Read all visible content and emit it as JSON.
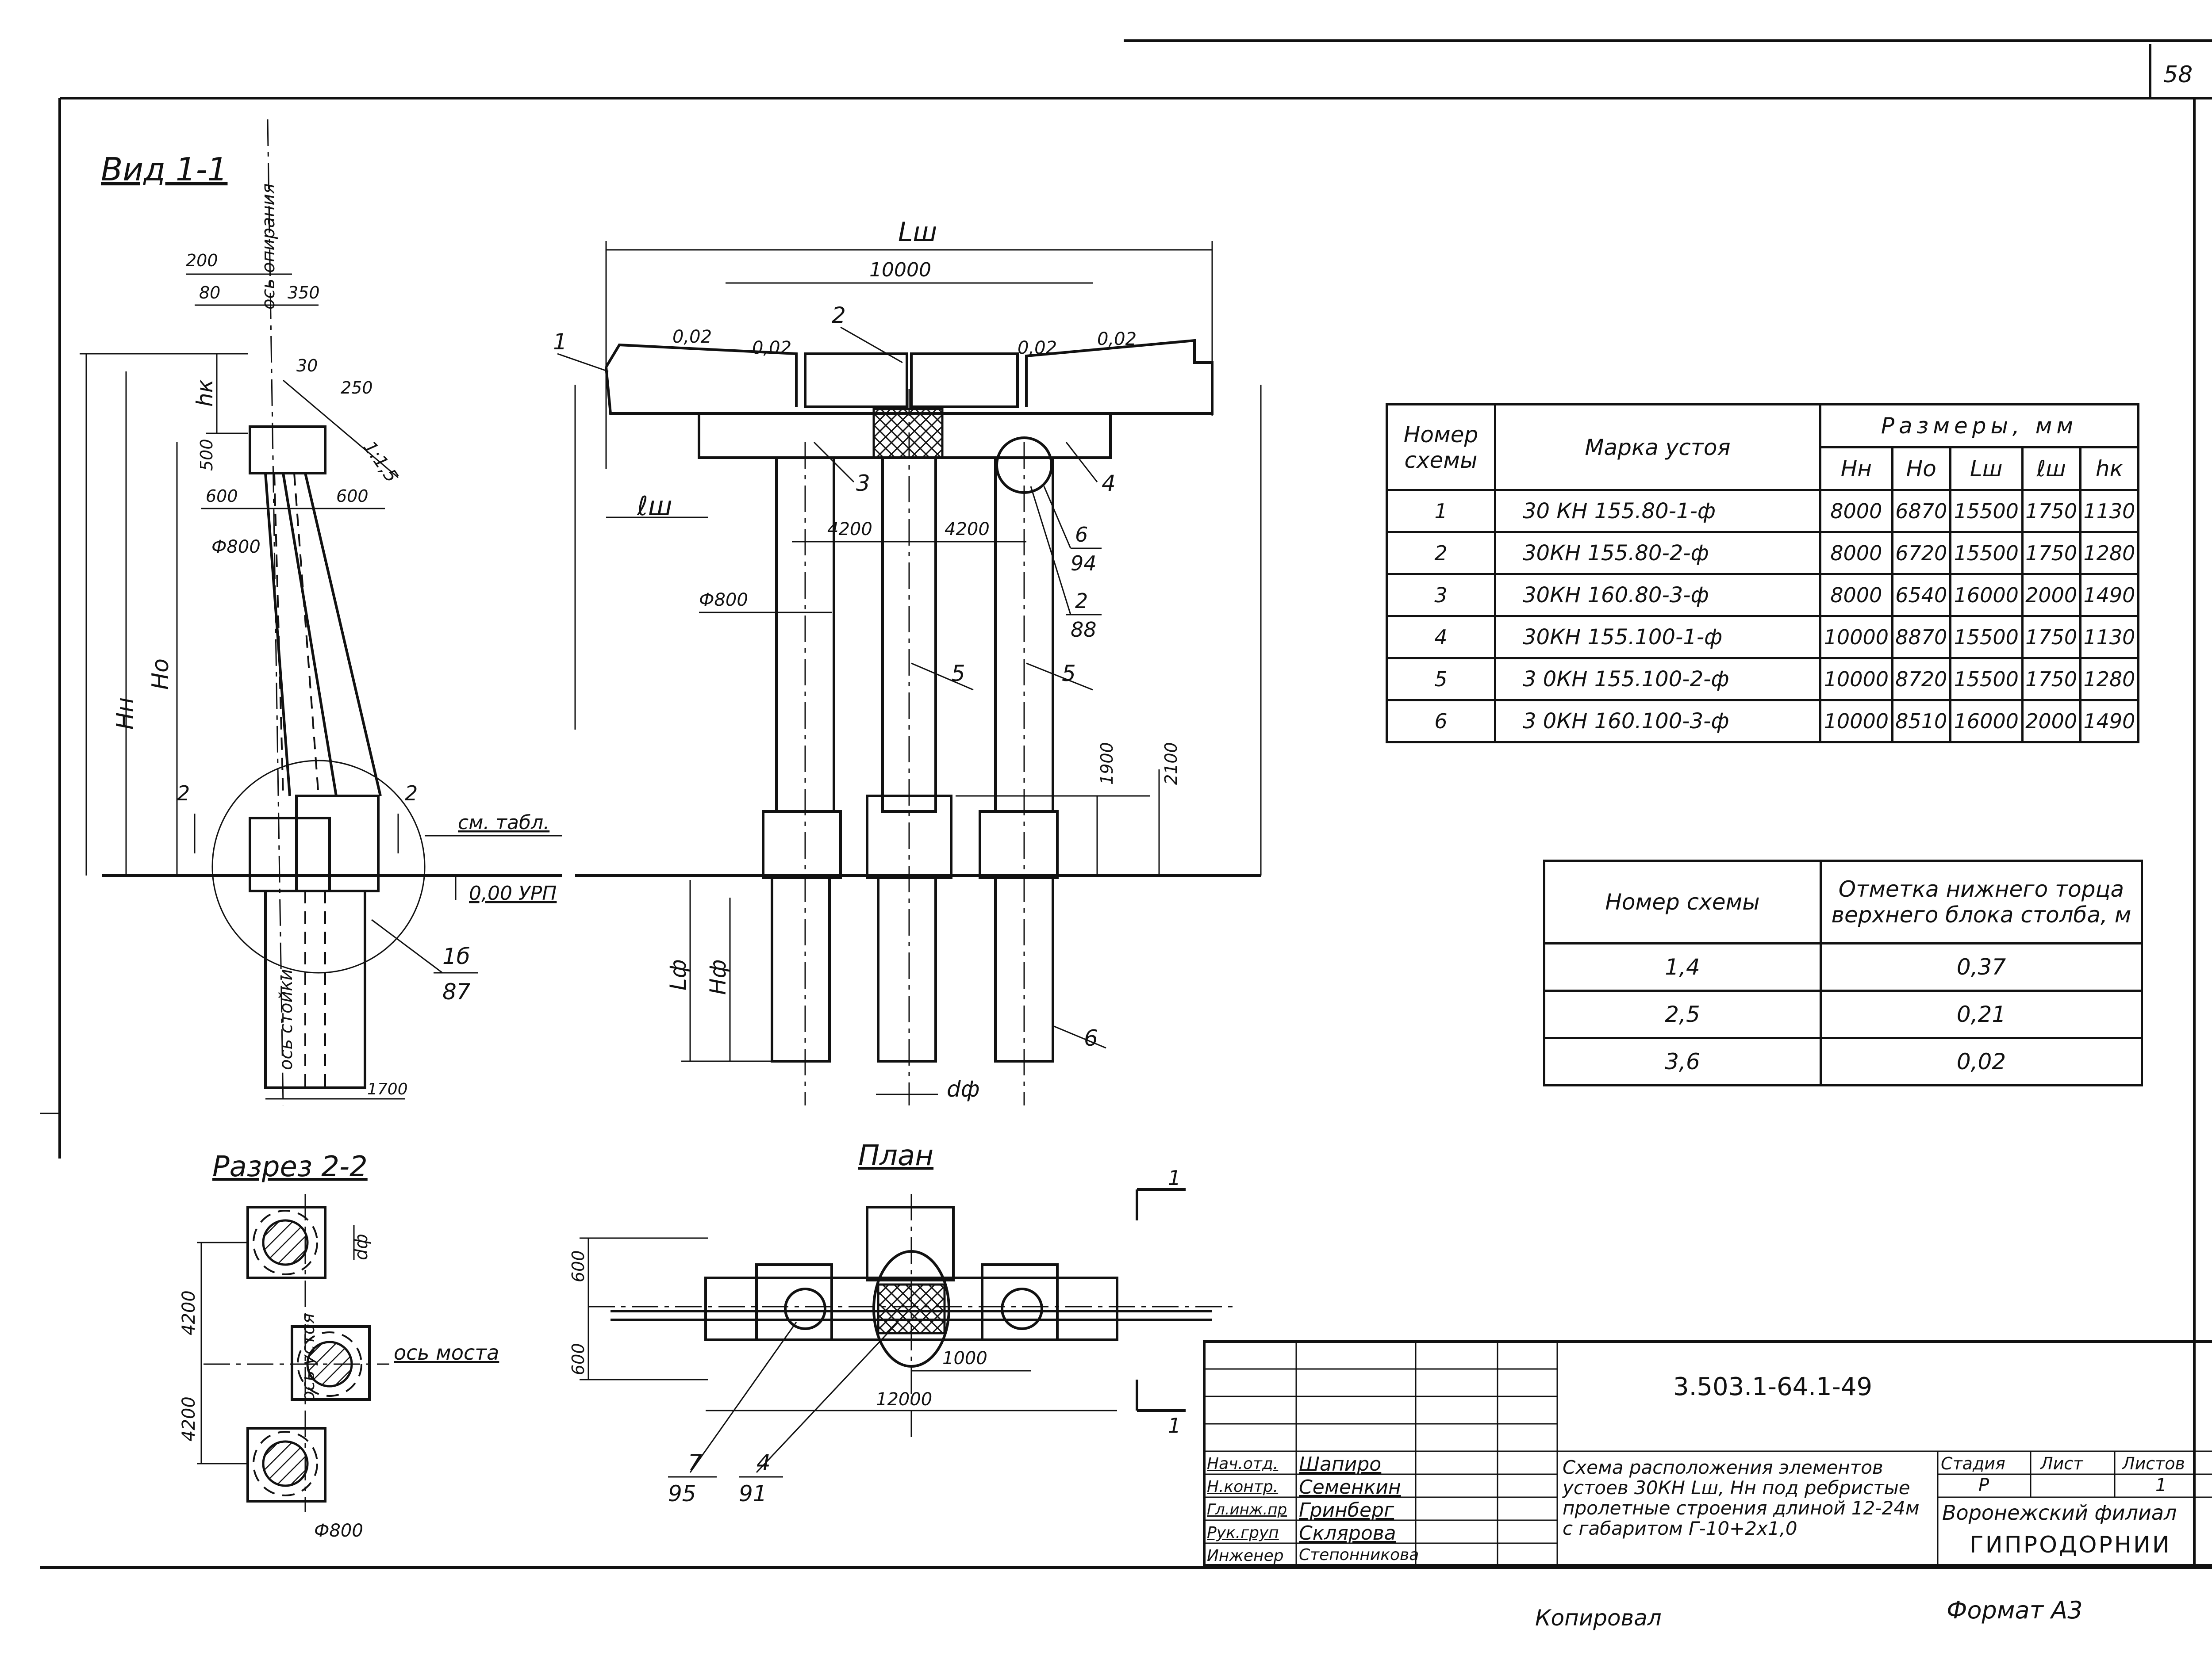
{
  "sheet_number": "58",
  "views": {
    "view_1_1": "Вид 1-1",
    "section_2_2": "Разрез 2-2",
    "plan": "План"
  },
  "labels": {
    "support_axis": "ось опирания",
    "column_axis": "ось стойки",
    "bridge_axis": "ось моста",
    "abutment_axis": "ось устоя",
    "see_table": "см. табл.",
    "level": "0,00 УРП",
    "l_sh_top": "Lш",
    "l_sh_small": "ℓш",
    "h_n": "Нн",
    "h_o": "Но",
    "h_k": "hк",
    "l_f": "Lф",
    "h_f": "Нф",
    "d_f": "dф",
    "slope": "1:1,5"
  },
  "dims": [
    "200",
    "80",
    "350",
    "30",
    "250",
    "500",
    "600",
    "600",
    "Ф800",
    "1700",
    "10000",
    "0,02",
    "0,02",
    "0,02",
    "0,02",
    "4200",
    "4200",
    "Ф800",
    "1900",
    "2100",
    "600",
    "600",
    "1000",
    "12000",
    "4200",
    "4200",
    "Ф800",
    "dф"
  ],
  "callouts": [
    "1",
    "2",
    "3",
    "4",
    "5",
    "5",
    "6",
    "6",
    "94",
    "2",
    "88",
    "2",
    "2",
    "1б",
    "87",
    "7",
    "95",
    "4",
    "91",
    "1",
    "1"
  ],
  "table_sizes": {
    "header_scheme": "Номер схемы",
    "header_mark": "Марка устоя",
    "header_sizes": "Размеры, мм",
    "sub_headers": [
      "Нн",
      "Но",
      "Lш",
      "ℓш",
      "hк"
    ],
    "rows": [
      {
        "n": "1",
        "mark": "30 КН 155.80-1-ф",
        "v": [
          "8000",
          "6870",
          "15500",
          "1750",
          "1130"
        ]
      },
      {
        "n": "2",
        "mark": "30КН 155.80-2-ф",
        "v": [
          "8000",
          "6720",
          "15500",
          "1750",
          "1280"
        ]
      },
      {
        "n": "3",
        "mark": "30КН 160.80-3-ф",
        "v": [
          "8000",
          "6540",
          "16000",
          "2000",
          "1490"
        ]
      },
      {
        "n": "4",
        "mark": "30КН 155.100-1-ф",
        "v": [
          "10000",
          "8870",
          "15500",
          "1750",
          "1130"
        ]
      },
      {
        "n": "5",
        "mark": "3 0КН 155.100-2-ф",
        "v": [
          "10000",
          "8720",
          "15500",
          "1750",
          "1280"
        ]
      },
      {
        "n": "6",
        "mark": "3 0КН 160.100-3-ф",
        "v": [
          "10000",
          "8510",
          "16000",
          "2000",
          "1490"
        ]
      }
    ]
  },
  "table_marks": {
    "header_scheme": "Номер схемы",
    "header_mark": "Отметка нижнего торца верхнего блока столба, м",
    "rows": [
      {
        "n": "1,4",
        "v": "0,37"
      },
      {
        "n": "2,5",
        "v": "0,21"
      },
      {
        "n": "3,6",
        "v": "0,02"
      }
    ]
  },
  "title_block": {
    "doc_code": "3.503.1-64.1-49",
    "description": "Схема расположения элементов устоев 30КН Lш, Нн под ребристые пролетные строения длиной 12-24м с габаритом Г-10+2х1,0",
    "stage_label": "Стадия",
    "sheet_label": "Лист",
    "sheets_label": "Листов",
    "stage": "Р",
    "sheet": "",
    "sheets": "1",
    "org_1": "Воронежский филиал",
    "org_2": "ГИПРОДОРНИИ",
    "people": [
      {
        "role": "Нач.отд.",
        "name": "Шапиро"
      },
      {
        "role": "Н.контр.",
        "name": "Семенкин"
      },
      {
        "role": "Гл.инж.пр",
        "name": "Гринберг"
      },
      {
        "role": "Рук.груп",
        "name": "Склярова"
      },
      {
        "role": "Инженер",
        "name": "Степонникова"
      }
    ]
  },
  "footer": {
    "copied": "Копировал",
    "format": "Формат А3"
  }
}
